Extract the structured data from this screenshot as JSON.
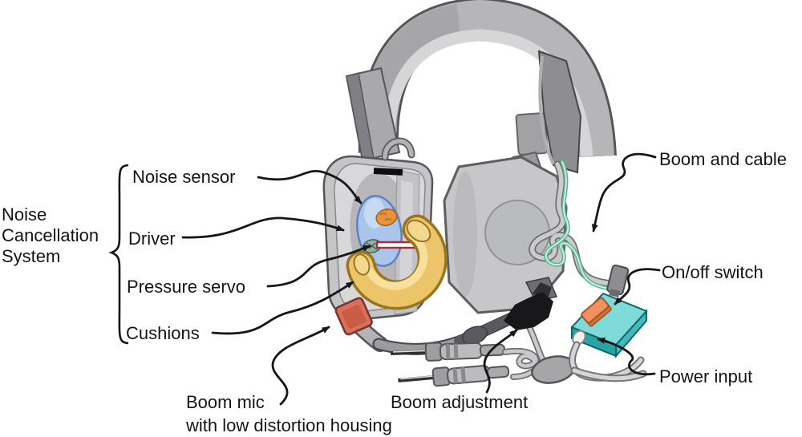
{
  "diagram": {
    "system_group_label": "Noise Cancellation System",
    "labels": {
      "noise_sensor": "Noise sensor",
      "driver": "Driver",
      "pressure_servo": "Pressure servo",
      "cushions": "Cushions",
      "boom_and_cable": "Boom and cable",
      "on_off_switch": "On/off switch",
      "power_input": "Power input",
      "boom_mic_line1": "Boom mic",
      "boom_mic_line2": "with low distortion housing",
      "boom_adjustment": "Boom adjustment"
    },
    "colors": {
      "cushion_gold": "#ecc56a",
      "cushion_edge": "#9a7420",
      "switch_box_teal": "#7edbd8",
      "switch_orange": "#f29160",
      "mic_red": "#d8705b",
      "driver_oval_blue": "#a9c6ea",
      "sensor_orange": "#e8923c",
      "servo_bar_red": "#b02a38",
      "cable_green": "#58b890",
      "headset_grey": "#b6b6b8"
    }
  }
}
